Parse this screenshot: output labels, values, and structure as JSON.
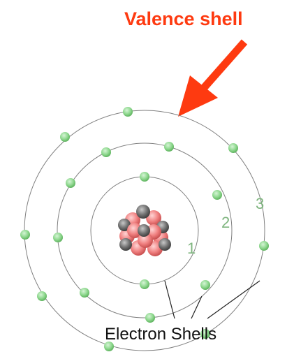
{
  "title": "Valence shell",
  "caption": "Electron Shells",
  "shell_numbers": [
    "1",
    "2",
    "3"
  ],
  "shell_electron_counts": [
    2,
    8,
    8
  ],
  "colors": {
    "title_and_arrow": "#fe3a10",
    "electron": "#8fd88f",
    "proton": "#f08080",
    "neutron": "#707070",
    "orbit": "#808080",
    "shell_number": "#7fb57f"
  }
}
